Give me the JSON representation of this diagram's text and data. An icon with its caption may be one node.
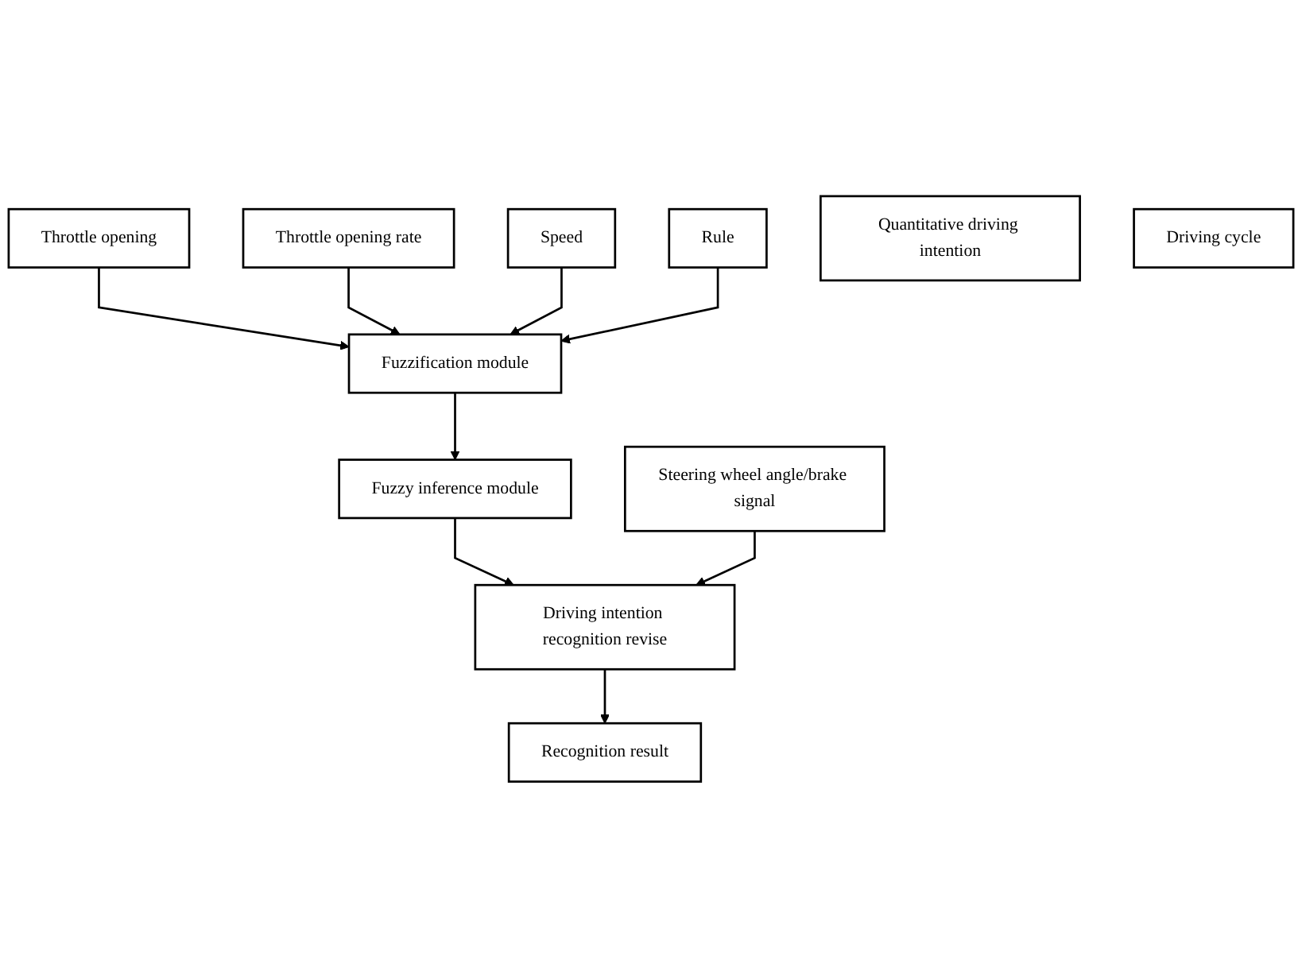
{
  "diagram": {
    "nodes": [
      {
        "text": [
          "Throttle opening"
        ]
      },
      {
        "text": [
          "Throttle opening rate"
        ]
      },
      {
        "text": [
          "Speed"
        ]
      },
      {
        "text": [
          "Fuzzification module"
        ]
      },
      {
        "text": [
          "Rule"
        ]
      },
      {
        "text": [
          "Fuzzy inference module"
        ]
      },
      {
        "text": [
          "Quantitative driving intention"
        ]
      },
      {
        "text": [
          "Driving intention recognition revise"
        ]
      },
      {
        "text": [
          "Steering wheel angle/brake signal"
        ]
      },
      {
        "text": [
          "Driving cycle"
        ]
      },
      {
        "text": [
          "Recognition result"
        ]
      }
    ],
    "edges": [
      {
        "from": 0,
        "to": 3,
        "arrow": "to"
      },
      {
        "from": 1,
        "to": 3,
        "arrow": "to"
      },
      {
        "from": 2,
        "to": 3,
        "arrow": "to"
      },
      {
        "from": 4,
        "to": 3,
        "arrow": "to"
      },
      {
        "from": 3,
        "to": 5,
        "arrow": "to"
      },
      {
        "from": 5,
        "to": 7,
        "arrow": "to"
      },
      {
        "from": 8,
        "to": 7,
        "arrow": "to"
      },
      {
        "from": 7,
        "to": 10,
        "arrow": "to"
      }
    ]
  }
}
